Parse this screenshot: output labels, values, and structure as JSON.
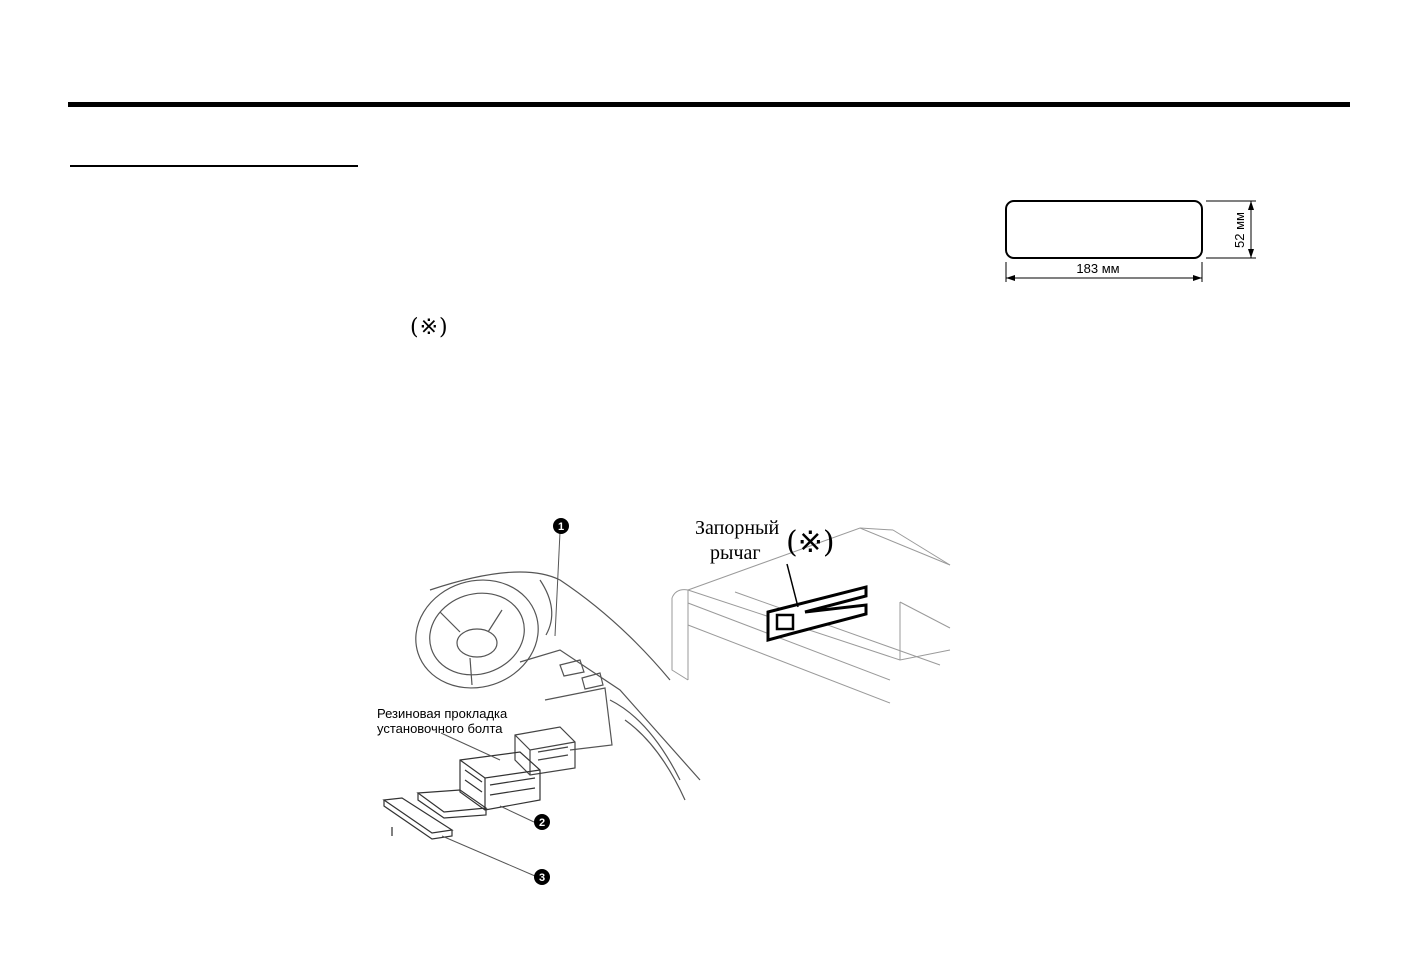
{
  "page": {
    "mark_symbol": "(※)"
  },
  "cutout": {
    "width_label": "183 мм",
    "height_label": "52 мм"
  },
  "lever": {
    "label_line1": "Запорный",
    "label_line2": "рычаг",
    "mark": "(※)"
  },
  "installation": {
    "gasket_label_line1": "Резиновая прокладка",
    "gasket_label_line2": "установочного болта",
    "callouts": [
      "1",
      "2",
      "3"
    ]
  }
}
